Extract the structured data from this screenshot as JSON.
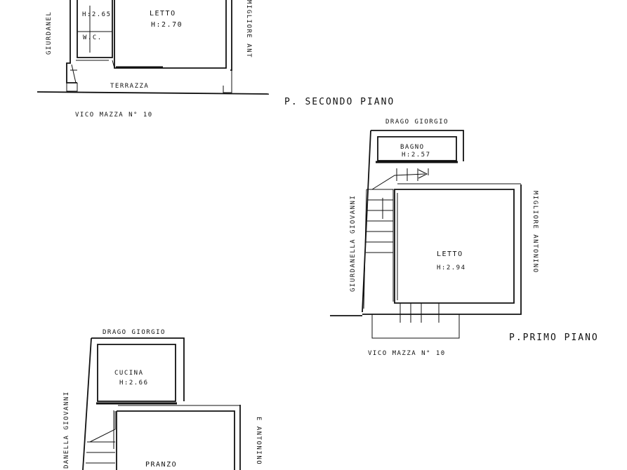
{
  "plans": {
    "secondo": {
      "title": "P. SECONDO PIANO",
      "rooms": {
        "letto": {
          "name": "LETTO",
          "height": "H:2.70"
        },
        "stair_room": {
          "name": "",
          "height": "H:2.65"
        },
        "wc": {
          "name": "W.C."
        },
        "terrazza": {
          "name": "TERRAZZA"
        }
      },
      "neighbors": {
        "left": "GIURDANEL",
        "right": "MIGLIORE ANT"
      },
      "street": "VICO MAZZA N° 10"
    },
    "primo": {
      "title": "P.PRIMO PIANO",
      "rooms": {
        "bagno": {
          "name": "BAGNO",
          "height": "H:2.57"
        },
        "letto": {
          "name": "LETTO",
          "height": "H:2.94"
        }
      },
      "neighbors": {
        "top": "DRAGO GIORGIO",
        "left": "GIURDANELLA GIOVANNI",
        "right": "MIGLIORE ANTONINO"
      },
      "street": "VICO MAZZA N° 10"
    },
    "terra": {
      "rooms": {
        "cucina": {
          "name": "CUCINA",
          "height": "H:2.66"
        },
        "pranzo": {
          "name": "PRANZO"
        }
      },
      "neighbors": {
        "top": "DRAGO GIORGIO",
        "left": "DANELLA GIOVANNI",
        "right": "E ANTONINO"
      }
    }
  }
}
